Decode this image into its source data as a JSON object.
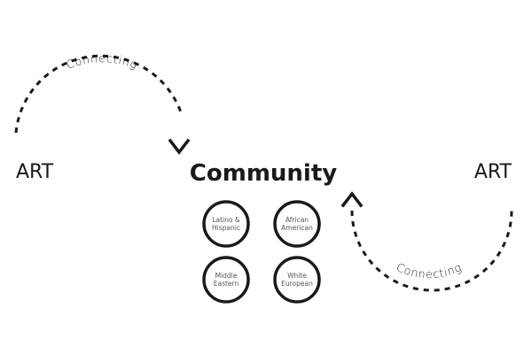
{
  "labels": {
    "art_left": "ART",
    "art_right": "ART",
    "community": "Community",
    "connecting_top": "Connecting",
    "connecting_bottom": "Connecting"
  },
  "groups": [
    {
      "line1": "Latino &",
      "line2": "Hispanic"
    },
    {
      "line1": "African",
      "line2": "American"
    },
    {
      "line1": "Middle",
      "line2": "Eastern"
    },
    {
      "line1": "White",
      "line2": "European"
    }
  ],
  "colors": {
    "stroke": "#1a1a1a",
    "text": "#1a1a1a",
    "circle_text": "#555555",
    "background": "#ffffff"
  },
  "icons": [
    "chevron-down-icon",
    "chevron-up-icon"
  ]
}
